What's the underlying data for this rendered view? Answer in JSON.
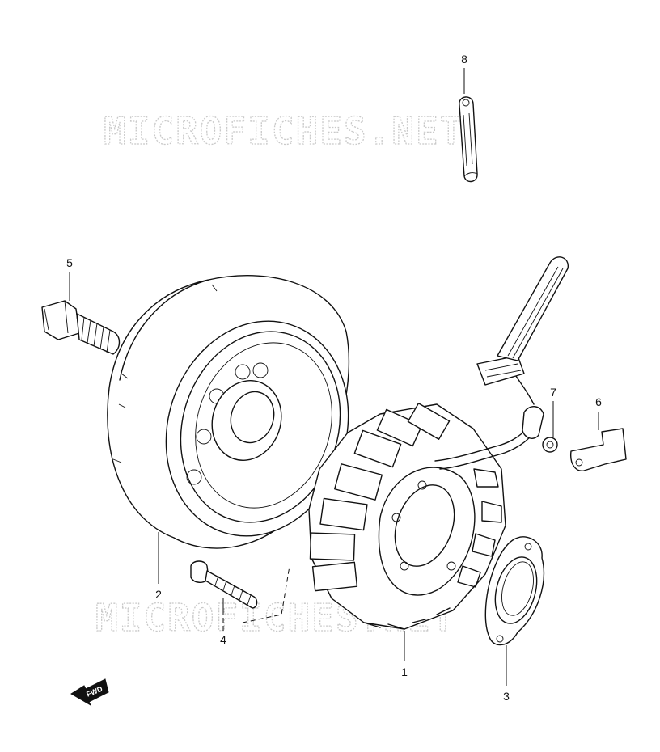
{
  "watermark": {
    "text": "MICROFICHES.NET",
    "color": "#c9c9c9"
  },
  "parts": [
    {
      "number": "1",
      "icon": "stator-coil"
    },
    {
      "number": "2",
      "icon": "flywheel-rotor"
    },
    {
      "number": "3",
      "icon": "stator-plate"
    },
    {
      "number": "4",
      "icon": "stator-bolt"
    },
    {
      "number": "5",
      "icon": "rotor-bolt"
    },
    {
      "number": "6",
      "icon": "lead-wire-clamp"
    },
    {
      "number": "7",
      "icon": "clamp-screw"
    },
    {
      "number": "8",
      "icon": "wire-clamp"
    }
  ],
  "direction_badge": {
    "text": "FWD",
    "icon": "fwd-arrow-icon"
  }
}
